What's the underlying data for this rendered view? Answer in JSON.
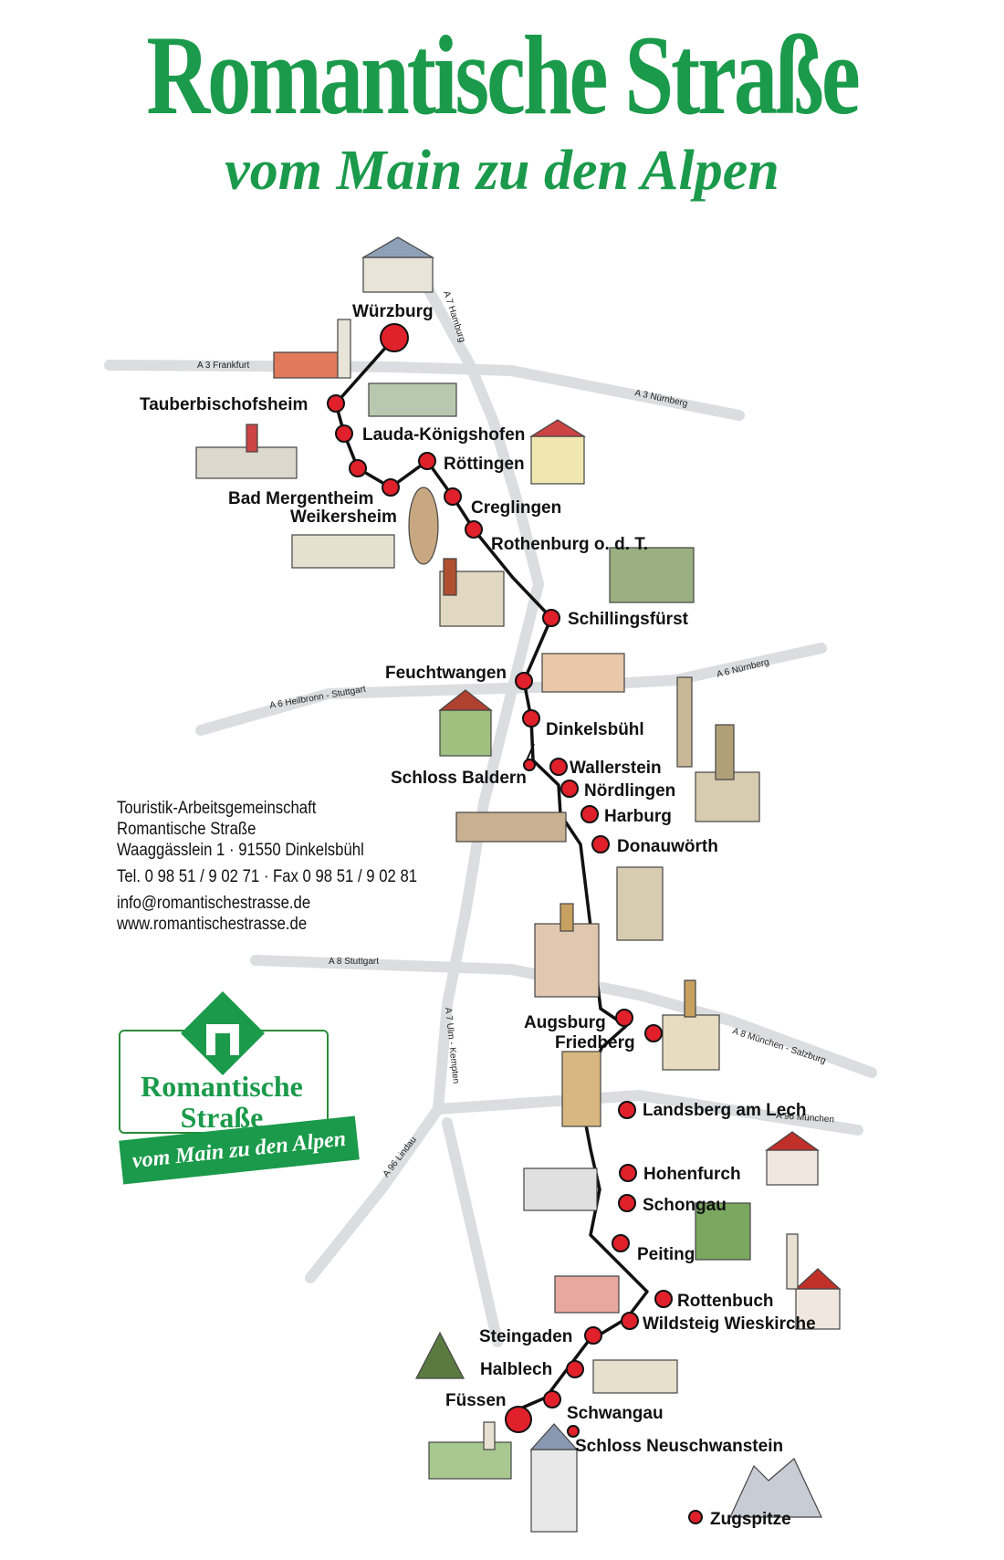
{
  "title": "Romantische Straße",
  "subtitle": "vom Main zu den Alpen",
  "route_color": "#111111",
  "stop_color": "#e0202a",
  "road_color": "#dcdde0",
  "brand_green": "#1a9a4a",
  "roads": [
    "A 3 Frankfurt",
    "A 3 Nürnberg",
    "A 7 Hamburg",
    "A 6 Heilbronn - Stuttgart",
    "A 6 Nürnberg",
    "A 8 Stuttgart",
    "A 8 München - Salzburg",
    "A 7 Ulm - Kempten",
    "A 96 Lindau",
    "A 96 München"
  ],
  "stops": [
    "Würzburg",
    "Tauberbischofsheim",
    "Lauda-Königshofen",
    "Bad Mergentheim",
    "Weikersheim",
    "Röttingen",
    "Creglingen",
    "Rothenburg o. d. T.",
    "Schillingsfürst",
    "Feuchtwangen",
    "Dinkelsbühl",
    "Wallerstein",
    "Nördlingen",
    "Harburg",
    "Donauwörth",
    "Augsburg",
    "Friedberg",
    "Landsberg am Lech",
    "Hohenfurch",
    "Schongau",
    "Peiting",
    "Rottenbuch",
    "Wildsteig Wieskirche",
    "Steingaden",
    "Halblech",
    "Schwangau",
    "Füssen"
  ],
  "side_stops": [
    "Schloss Baldern",
    "Schloss Neuschwanstein",
    "Zugspitze"
  ],
  "info": {
    "line1": "Touristik-Arbeitsgemeinschaft",
    "line2": "Romantische Straße",
    "line3": "Waaggässlein 1 · 91550 Dinkelsbühl",
    "line4": "Tel. 0 98 51 / 9 02 71 · Fax 0 98 51 / 9 02 81",
    "line5": "info@romantischestrasse.de",
    "line6": "www.romantischestrasse.de"
  },
  "logo": {
    "line1": "Romantische",
    "line2": "Straße",
    "ribbon": "vom Main zu den Alpen"
  }
}
